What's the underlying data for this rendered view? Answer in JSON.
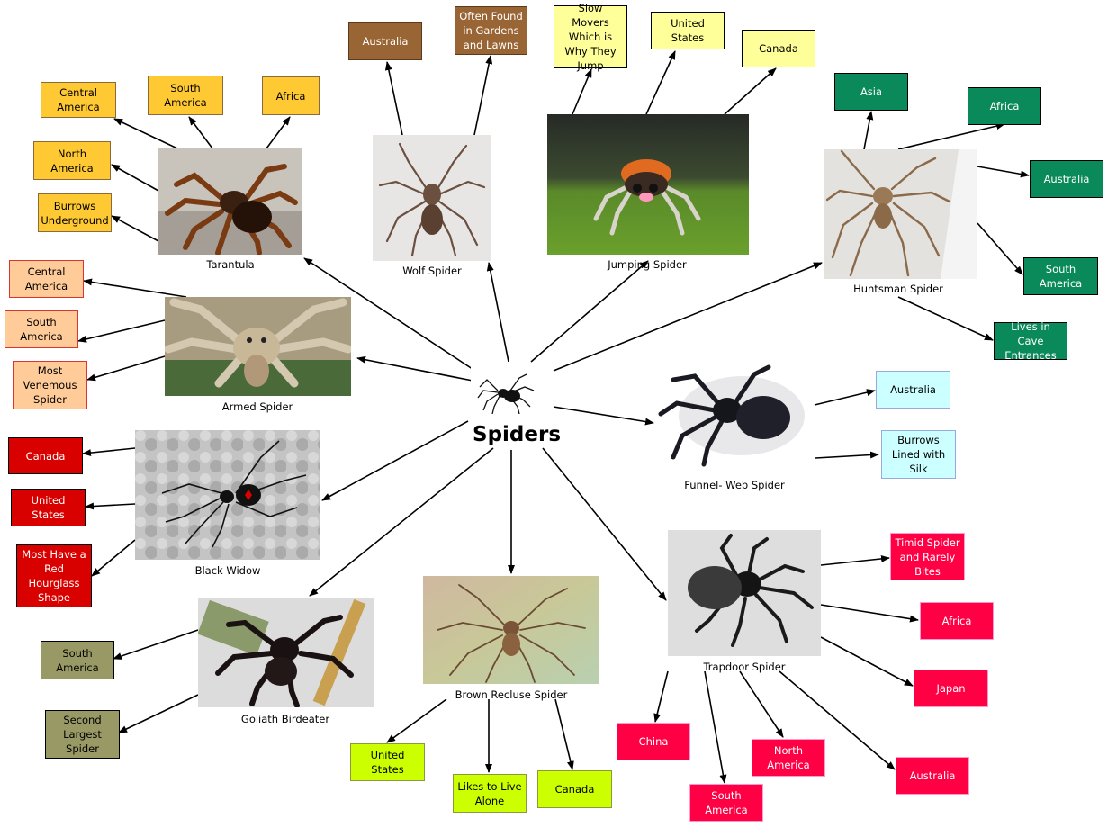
{
  "center": {
    "title": "Spiders"
  },
  "colors": {
    "tarantula": "#ffc933",
    "wolf": "#9a6535",
    "jumping": "#ffff99",
    "huntsman": "#0a8a5a",
    "armed": "#ffcc99",
    "blackwidow": "#d90000",
    "funnel": "#ccffff",
    "goliath": "#999966",
    "recluse": "#ccff00",
    "trapdoor": "#ff0044"
  },
  "spiders": {
    "tarantula": {
      "name": "Tarantula",
      "facts": [
        "Central\nAmerica",
        "South\nAmerica",
        "Africa",
        "North\nAmerica",
        "Burrows\nUnderground"
      ]
    },
    "wolf": {
      "name": "Wolf Spider",
      "facts": [
        "Australia",
        "Often Found\nin Gardens\nand Lawns"
      ]
    },
    "jumping": {
      "name": "Jumping Spider",
      "facts": [
        "Slow Movers\nWhich is\nWhy They\nJump",
        "United\nStates",
        "Canada"
      ]
    },
    "huntsman": {
      "name": "Huntsman Spider",
      "facts": [
        "Asia",
        "Africa",
        "Australia",
        "South\nAmerica",
        "Lives in Cave\nEntrances"
      ]
    },
    "armed": {
      "name": "Armed Spider",
      "facts": [
        "Central\nAmerica",
        "South\nAmerica",
        "Most\nVenemous\nSpider"
      ]
    },
    "blackwidow": {
      "name": "Black Widow",
      "facts": [
        "Canada",
        "United\nStates",
        "Most Have a\nRed\nHourglass\nShape"
      ]
    },
    "funnel": {
      "name": "Funnel- Web Spider",
      "facts": [
        "Australia",
        "Burrows\nLined with\nSilk"
      ]
    },
    "goliath": {
      "name": "Goliath Birdeater",
      "facts": [
        "South\nAmerica",
        "Second\nLargest\nSpider"
      ]
    },
    "recluse": {
      "name": "Brown Recluse Spider",
      "facts": [
        "United\nStates",
        "Likes to Live\nAlone",
        "Canada"
      ]
    },
    "trapdoor": {
      "name": "Trapdoor Spider",
      "facts": [
        "Timid Spider\nand Rarely\nBites",
        "Africa",
        "Japan",
        "China",
        "North\nAmerica",
        "South\nAmerica",
        "Australia"
      ]
    }
  }
}
